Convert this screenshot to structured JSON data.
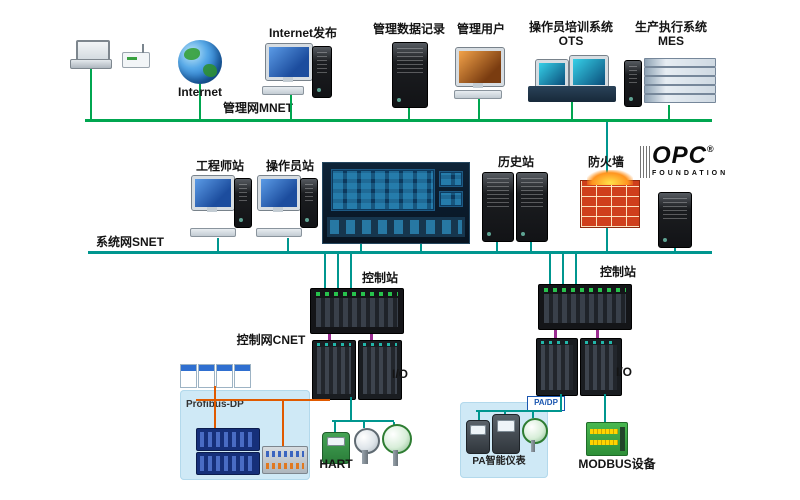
{
  "networks": {
    "mnet": "管理网MNET",
    "snet": "系统网SNET",
    "cnet": "控制网CNET"
  },
  "top_row": {
    "internet": "Internet",
    "internet_pub": "Internet发布",
    "mgmt_data": "管理数据记录",
    "mgmt_user": "管理用户",
    "ots_line1": "操作员培训系统",
    "ots_line2": "OTS",
    "mes_line1": "生产执行系统",
    "mes_line2": "MES"
  },
  "system_row": {
    "engineer": "工程师站",
    "operator": "操作员站",
    "history": "历史站",
    "firewall": "防火墙",
    "opc_main": "OPC",
    "opc_reg": "®",
    "opc_sub": "FOUNDATION"
  },
  "control_row": {
    "station_left": "控制站",
    "station_right": "控制站",
    "io_left": "I/O",
    "io_right": "I/O"
  },
  "field_row": {
    "profibus": "Profibus-DP",
    "hart": "HART",
    "pa_dp": "PA/DP",
    "pa_device": "PA智能仪表",
    "modbus": "MODBUS设备"
  },
  "colors": {
    "mnet_green": "#00a650",
    "snet_teal": "#00968f",
    "cnet_purple": "#9b2d91",
    "profibus_orange": "#e05a00",
    "firewall_red": "#cf3f1c"
  }
}
